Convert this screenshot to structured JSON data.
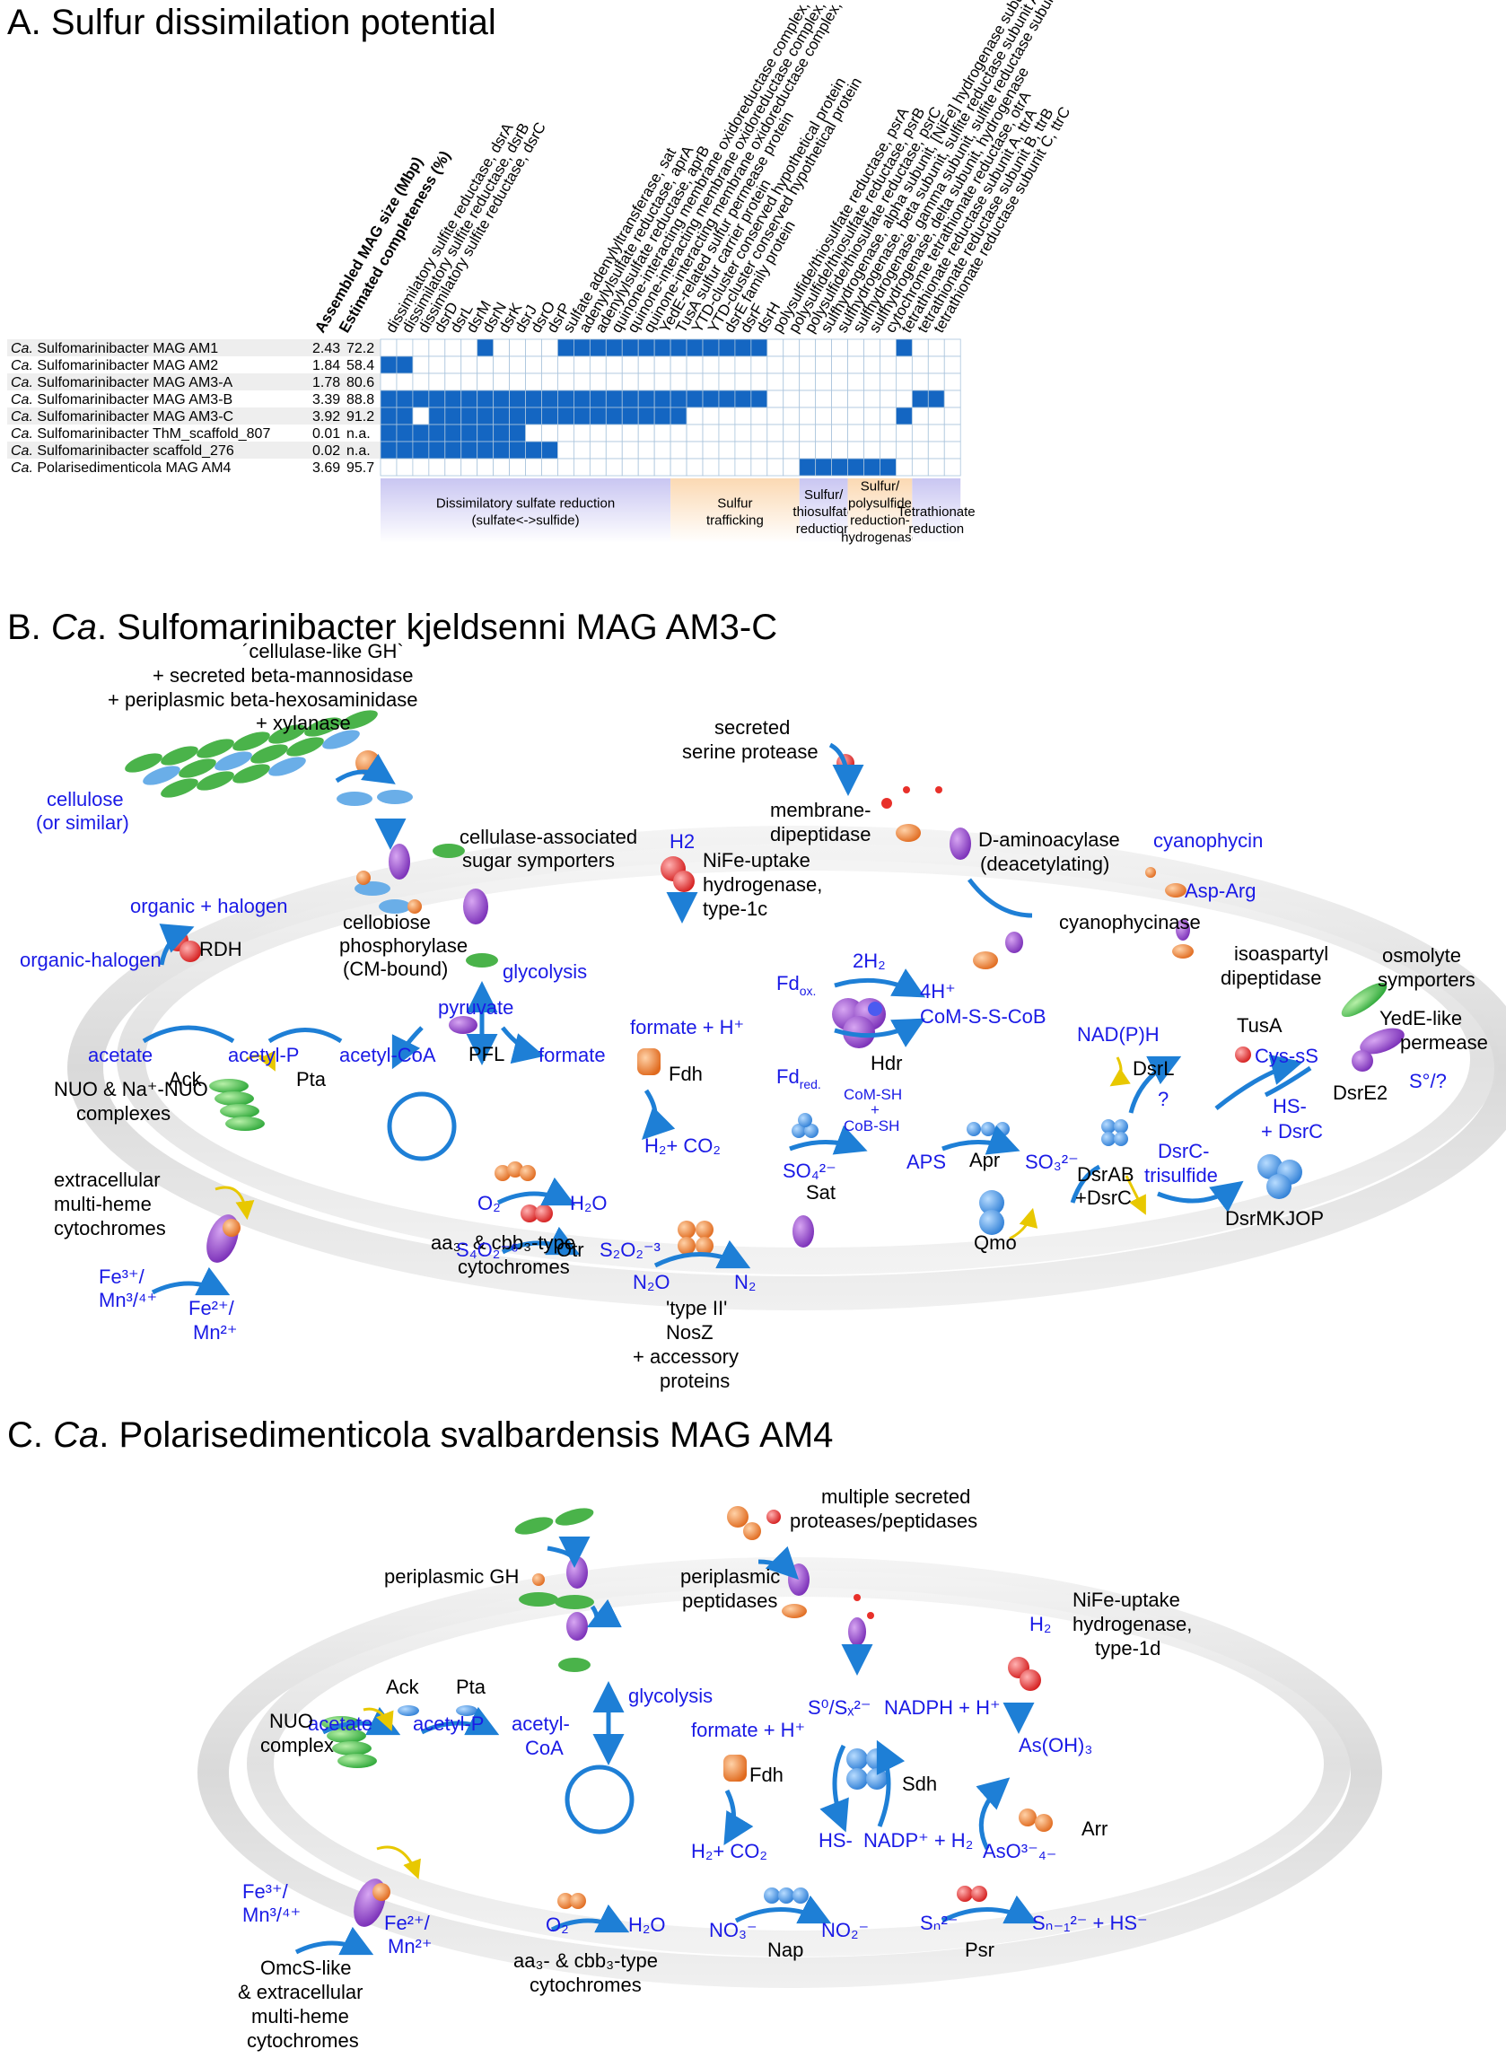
{
  "panelA": {
    "title": "A. Sulfur dissimilation potential",
    "col_headers": [
      "Assembled MAG size (Mbp)",
      "Estimated completeness (%)",
      "dissimilatory sulfite reductase, dsrA",
      "dissimilatory sulfite reductase, dsrB",
      "dissimilatory sulfite reductase, dsrC",
      "dsrD",
      "dsrL",
      "dsrM",
      "dsrN",
      "dsrK",
      "dsrJ",
      "dsrO",
      "dsrP",
      "sulfate adenylyltransferase, sat",
      "adenylylsulfate reductase, aprA",
      "adenylylsulfate reductase, aprB",
      "quinone-interacting membrane oxidoreductase complex, qmoA",
      "quinone-interacting membrane oxidoreductase complex, qmoB",
      "quinone-interacting membrane oxidoreductase complex, qmoC",
      "YedE-related sulfur permease protein",
      "TusA sulfur carrier protein",
      "YTD-cluster conserved hypothetical protein",
      "YTD-cluster conserved hypothetical protein",
      "dsrE family protein",
      "dsrF",
      "dsrH",
      "polysulfide/thiosulfate reductase, psrA",
      "polysulfide/thiosulfate reductase, psrB",
      "polysulfide/thiosulfate reductase, psrC",
      "sulfhydrogenase, alpha subunit, [NiFe] hydrogenase subunit alpha",
      "sulfhydrogenase, beta subunit, sulfite reductase subunit A",
      "sulfhydrogenase, gamma subunit, sulfite reductase subunit B",
      "sulfhydrogenase, delta subunit, hydrogenase",
      "cytochrome tetrathionate reductase, otrA",
      "tetrathionate reductase subunit A, ttrA",
      "tetrathionate reductase subunit B, ttrB",
      "tetrathionate reductase subunit C, ttrC"
    ],
    "rows": [
      {
        "genus": "Ca.",
        "name": "Sulfomarinibacter MAG AM1",
        "size": "2.43",
        "comp": "72.2",
        "cells": [
          0,
          0,
          0,
          0,
          0,
          0,
          1,
          0,
          0,
          0,
          0,
          1,
          1,
          1,
          1,
          1,
          1,
          1,
          1,
          1,
          1,
          1,
          1,
          1,
          0,
          0,
          0,
          0,
          0,
          0,
          0,
          0,
          1,
          0,
          0,
          0
        ]
      },
      {
        "genus": "Ca.",
        "name": "Sulfomarinibacter MAG AM2",
        "size": "1.84",
        "comp": "58.4",
        "cells": [
          1,
          1,
          0,
          0,
          0,
          0,
          0,
          0,
          0,
          0,
          0,
          0,
          0,
          0,
          0,
          0,
          0,
          0,
          0,
          0,
          0,
          0,
          0,
          0,
          0,
          0,
          0,
          0,
          0,
          0,
          0,
          0,
          0,
          0,
          0,
          0
        ]
      },
      {
        "genus": "Ca.",
        "name": "Sulfomarinibacter MAG AM3-A",
        "size": "1.78",
        "comp": "80.6",
        "cells": [
          0,
          0,
          0,
          0,
          0,
          0,
          0,
          0,
          0,
          0,
          0,
          0,
          0,
          0,
          0,
          0,
          0,
          0,
          0,
          0,
          0,
          0,
          0,
          0,
          0,
          0,
          0,
          0,
          0,
          0,
          0,
          0,
          0,
          0,
          0,
          0
        ]
      },
      {
        "genus": "Ca.",
        "name": "Sulfomarinibacter MAG AM3-B",
        "size": "3.39",
        "comp": "88.8",
        "cells": [
          1,
          1,
          1,
          1,
          1,
          1,
          1,
          1,
          1,
          1,
          1,
          1,
          1,
          1,
          1,
          1,
          1,
          1,
          1,
          1,
          1,
          1,
          1,
          1,
          0,
          0,
          0,
          0,
          0,
          0,
          0,
          0,
          0,
          1,
          1,
          0
        ]
      },
      {
        "genus": "Ca.",
        "name": "Sulfomarinibacter MAG AM3-C",
        "size": "3.92",
        "comp": "91.2",
        "cells": [
          1,
          1,
          0,
          1,
          1,
          1,
          1,
          1,
          1,
          1,
          1,
          1,
          1,
          1,
          1,
          1,
          1,
          1,
          1,
          0,
          0,
          0,
          0,
          0,
          0,
          0,
          0,
          0,
          0,
          0,
          0,
          0,
          1,
          0,
          0,
          0
        ]
      },
      {
        "genus": "Ca.",
        "name": "Sulfomarinibacter ThM_scaffold_807",
        "size": "0.01",
        "comp": "n.a.",
        "cells": [
          1,
          1,
          1,
          1,
          1,
          1,
          1,
          1,
          1,
          0,
          0,
          0,
          0,
          0,
          0,
          0,
          0,
          0,
          0,
          0,
          0,
          0,
          0,
          0,
          0,
          0,
          0,
          0,
          0,
          0,
          0,
          0,
          0,
          0,
          0,
          0
        ]
      },
      {
        "genus": "Ca.",
        "name": "Sulfomarinibacter scaffold_276",
        "size": "0.02",
        "comp": "n.a.",
        "cells": [
          1,
          1,
          1,
          1,
          1,
          1,
          1,
          1,
          1,
          1,
          1,
          0,
          0,
          0,
          0,
          0,
          0,
          0,
          0,
          0,
          0,
          0,
          0,
          0,
          0,
          0,
          0,
          0,
          0,
          0,
          0,
          0,
          0,
          0,
          0,
          0
        ]
      },
      {
        "genus": "Ca.",
        "name": "Polarisedimenticola MAG AM4",
        "size": "3.69",
        "comp": "95.7",
        "cells": [
          0,
          0,
          0,
          0,
          0,
          0,
          0,
          0,
          0,
          0,
          0,
          0,
          0,
          0,
          0,
          0,
          0,
          0,
          0,
          0,
          0,
          0,
          0,
          0,
          0,
          0,
          1,
          1,
          1,
          1,
          1,
          1,
          0,
          0,
          0,
          0
        ]
      }
    ],
    "groups": [
      {
        "label": "Dissimilatory sulfate reduction (sulfate<->sulfide)",
        "color": "#c9c6f2"
      },
      {
        "label": "Sulfur trafficking",
        "color": "#fbd9b3"
      },
      {
        "label": "Sulfur/ thiosulfate reduction",
        "color": "#c9c6f2"
      },
      {
        "label": "Sulfur/ polysulfide reduction- hydrogenase",
        "color": "#fbd9b3"
      },
      {
        "label": "Tetrathionate reduction",
        "color": "#c9c6f2"
      }
    ],
    "fill_color": "#1466c2",
    "grid_color": "#a9c4dc"
  },
  "panelB": {
    "title_prefix": "B. ",
    "title_genus": "Ca",
    "title_rest": ". Sulfomarinibacter kjeldsenni MAG AM3-C",
    "labels": {
      "gh1": "´cellulase-like GH`",
      "gh2": "+ secreted beta-mannosidase",
      "gh3": "+ periplasmic beta-hexosaminidase",
      "gh4": "+ xylanase",
      "cellulose1": "cellulose",
      "cellulose2": "(or similar)",
      "protease1": "secreted",
      "protease2": "serine protease",
      "dipep1": "membrane-",
      "dipep2": "dipeptidase",
      "daa1": "D-aminoacylase",
      "daa2": "(deacetylating)",
      "cyanophycin": "cyanophycin",
      "asparg": "Asp-Arg",
      "cyanophycinase": "cyanophycinase",
      "isoasp1": "isoaspartyl",
      "isoasp2": "dipeptidase",
      "osm1": "osmolyte",
      "osm2": "symporters",
      "symp1": "cellulase-associated",
      "symp2": "sugar symporters",
      "h2": "H2",
      "nife1": "NiFe-uptake",
      "nife2": "hydrogenase,",
      "nife3": "type-1c",
      "orghal": "organic + halogen",
      "orgh": "organic-halogen",
      "rdh": "RDH",
      "cello1": "cellobiose",
      "cello2": "phosphorylase",
      "cello3": "(CM-bound)",
      "glycolysis": "glycolysis",
      "pyruvate": "pyruvate",
      "pfl": "PFL",
      "formate": "formate",
      "acetate": "acetate",
      "ack": "Ack",
      "acetylp": "acetyl-P",
      "pta": "Pta",
      "acetylcoa": "acetyl-CoA",
      "formateh": "formate + H⁺",
      "fdh": "Fdh",
      "h2co2": "H₂+ CO₂",
      "fdox": "Fd",
      "fdox_sub": "ox.",
      "fdred": "Fd",
      "fdred_sub": "red.",
      "twoh2": "2H₂",
      "fourh": "4H⁺",
      "comsscob": "CoM-S-S-CoB",
      "hdr": "Hdr",
      "comsh1": "CoM-SH",
      "comsh2": "+",
      "comsh3": "CoB-SH",
      "tusa": "TusA",
      "cyss": "Cys-sS",
      "yede1": "YedE-like",
      "yede2": "permease",
      "s0": "S°/?",
      "dsre2": "DsrE2",
      "nadph": "NAD(P)H",
      "dsrl": "DsrL",
      "q": "?",
      "hs": "HS-",
      "dsrc": "+ DsrC",
      "dsrctri1": "DsrC-",
      "dsrctri2": "trisulfide",
      "dsrmk": "DsrMKJOP",
      "so4": "SO₄²⁻",
      "sat": "Sat",
      "aps": "APS",
      "apr": "Apr",
      "so3": "SO₃²⁻",
      "dsrab1": "DsrAB",
      "dsrab2": "+DsrC",
      "qmo": "Qmo",
      "nuo1": "NUO & Na⁺-NUO",
      "nuo2": "complexes",
      "ext1": "extracellular",
      "ext2": "multi-heme",
      "ext3": "cytochromes",
      "o2": "O₂",
      "h2o": "H₂O",
      "cyt1": "aa₃- & cbb₃-type",
      "cyt2": "cytochromes",
      "s4o2": "S₄O₂⁻⁶",
      "otr": "Otr",
      "s2o2": "S₂O₂⁻³",
      "n2o": "N₂O",
      "n2": "N₂",
      "nosz1": "'type II'",
      "nosz2": "NosZ",
      "nosz3": "+ accessory",
      "nosz4": "proteins",
      "fe1": "Fe³⁺/",
      "fe2": "Mn³/⁴⁺",
      "fe3": "Fe²⁺/",
      "fe4": "Mn²⁺"
    }
  },
  "panelC": {
    "title_prefix": "C. ",
    "title_genus": "Ca",
    "title_rest": ". Polarisedimenticola svalbardensis MAG AM4",
    "labels": {
      "mult1": "multiple secreted",
      "mult2": "proteases/peptidases",
      "pgh": "periplasmic GH",
      "pp1": "periplasmic",
      "pp2": "peptidases",
      "h2": "H₂",
      "nife1": "NiFe-uptake",
      "nife2": "hydrogenase,",
      "nife3": "type-1d",
      "ack": "Ack",
      "pta": "Pta",
      "acetate": "acetate",
      "acetylp": "acetyl-P",
      "acetylcoa1": "acetyl-",
      "acetylcoa2": "CoA",
      "glycolysis": "glycolysis",
      "formateh": "formate + H⁺",
      "fdh": "Fdh",
      "h2co2": "H₂+ CO₂",
      "s0sx": "S⁰/Sₓ²⁻",
      "nadph": "NADPH + H⁺",
      "sdh": "Sdh",
      "hs": "HS-",
      "nadp": "NADP⁺ + H₂",
      "asoh": "As(OH)₃",
      "arr": "Arr",
      "aso3": "AsO³⁻₄₋",
      "nuo1": "NUO",
      "nuo2": "complex",
      "fe1": "Fe³⁺/",
      "fe2": "Mn³/⁴⁺",
      "fe3": "Fe²⁺/",
      "fe4": "Mn²⁺",
      "omcs1": "OmcS-like",
      "omcs2": "& extracellular",
      "omcs3": "multi-heme",
      "omcs4": "cytochromes",
      "o2": "O₂",
      "h2o": "H₂O",
      "cyt1": "aa₃- & cbb₃-type",
      "cyt2": "cytochromes",
      "no3": "NO₃⁻",
      "nap": "Nap",
      "no2": "NO₂⁻",
      "sn": "Sₙ²⁻",
      "psr": "Psr",
      "sn1": "Sₙ₋₁²⁻ + HS⁻"
    }
  }
}
